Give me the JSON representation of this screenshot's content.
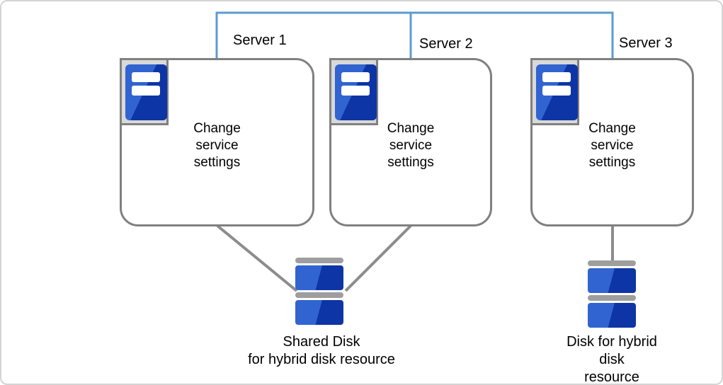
{
  "servers": [
    {
      "label": "Server 1",
      "text": "Change\nservice\nsettings"
    },
    {
      "label": "Server 2",
      "text": "Change\nservice\nsettings"
    },
    {
      "label": "Server 3",
      "text": "Change\nservice\nsettings"
    }
  ],
  "disks": [
    {
      "label": "Shared Disk\nfor hybrid disk resource"
    },
    {
      "label": "Disk for hybrid disk\nresource"
    }
  ],
  "colors": {
    "interconnect_blue": "#5b9bd5",
    "connector_gray": "#8c8c8c",
    "box_border_gray": "#808080",
    "icon_plate_gray": "#d9d9d9",
    "icon_blue_light": "#3164d1",
    "icon_blue_dark": "#0d35a5",
    "disk_cap_gray": "#9e9e9e"
  }
}
